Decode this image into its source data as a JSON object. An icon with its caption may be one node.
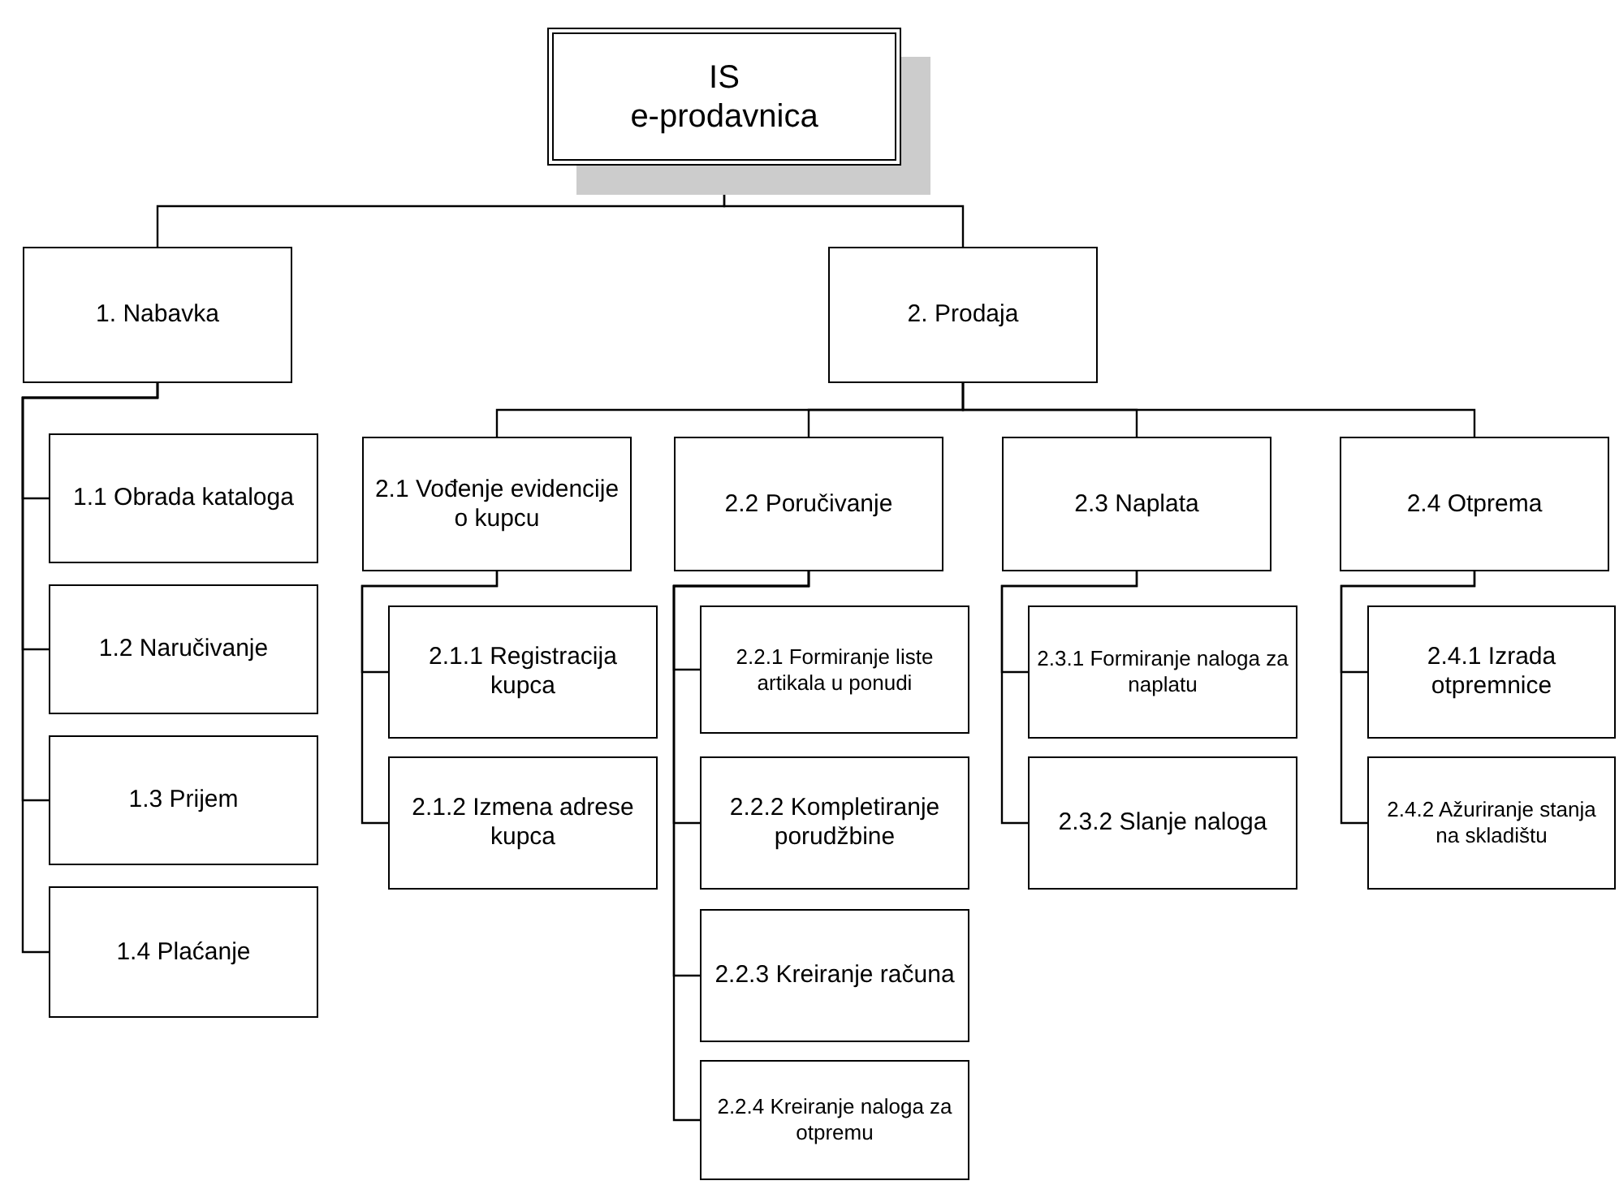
{
  "diagram": {
    "nodes": [
      {
        "text": [
          "IS",
          "e-prodavnica"
        ]
      },
      {
        "text": [
          "1. Nabavka"
        ]
      },
      {
        "text": [
          "1.1 Obrada kataloga"
        ]
      },
      {
        "text": [
          "1.2 Naručivanje"
        ]
      },
      {
        "text": [
          "1.3 Prijem"
        ]
      },
      {
        "text": [
          "1.4 Plaćanje"
        ]
      },
      {
        "text": [
          "2. Prodaja"
        ]
      },
      {
        "text": [
          "2.1 Vođenje evidencije o kupcu"
        ]
      },
      {
        "text": [
          "2.1.1 Registracija kupca"
        ]
      },
      {
        "text": [
          "2.1.2 Izmena adrese kupca"
        ]
      },
      {
        "text": [
          "2.2 Poručivanje"
        ]
      },
      {
        "text": [
          "2.2.1 Formiranje liste artikala u ponudi"
        ]
      },
      {
        "text": [
          "2.2.2 Kompletiranje porudžbine"
        ]
      },
      {
        "text": [
          "2.2.3 Kreiranje računa"
        ]
      },
      {
        "text": [
          "2.2.4 Kreiranje naloga za otpremu"
        ]
      },
      {
        "text": [
          "2.3 Naplata"
        ]
      },
      {
        "text": [
          "2.3.1 Formiranje naloga za naplatu"
        ]
      },
      {
        "text": [
          "2.3.2 Slanje naloga"
        ]
      },
      {
        "text": [
          "2.4 Otprema"
        ]
      },
      {
        "text": [
          "2.4.1 Izrada otpremnice"
        ]
      },
      {
        "text": [
          "2.4.2 Ažuriranje stanja na skladištu"
        ]
      }
    ],
    "edges": [
      {
        "from": 0,
        "to": 1,
        "arrow": "none"
      },
      {
        "from": 0,
        "to": 6,
        "arrow": "none"
      },
      {
        "from": 1,
        "to": 2,
        "arrow": "none"
      },
      {
        "from": 1,
        "to": 3,
        "arrow": "none"
      },
      {
        "from": 1,
        "to": 4,
        "arrow": "none"
      },
      {
        "from": 1,
        "to": 5,
        "arrow": "none"
      },
      {
        "from": 6,
        "to": 7,
        "arrow": "none"
      },
      {
        "from": 6,
        "to": 10,
        "arrow": "none"
      },
      {
        "from": 6,
        "to": 15,
        "arrow": "none"
      },
      {
        "from": 6,
        "to": 18,
        "arrow": "none"
      },
      {
        "from": 7,
        "to": 8,
        "arrow": "none"
      },
      {
        "from": 7,
        "to": 9,
        "arrow": "none"
      },
      {
        "from": 10,
        "to": 11,
        "arrow": "none"
      },
      {
        "from": 10,
        "to": 12,
        "arrow": "none"
      },
      {
        "from": 10,
        "to": 13,
        "arrow": "none"
      },
      {
        "from": 10,
        "to": 14,
        "arrow": "none"
      },
      {
        "from": 15,
        "to": 16,
        "arrow": "none"
      },
      {
        "from": 15,
        "to": 17,
        "arrow": "none"
      },
      {
        "from": 18,
        "to": 19,
        "arrow": "none"
      },
      {
        "from": 18,
        "to": 20,
        "arrow": "none"
      }
    ]
  }
}
